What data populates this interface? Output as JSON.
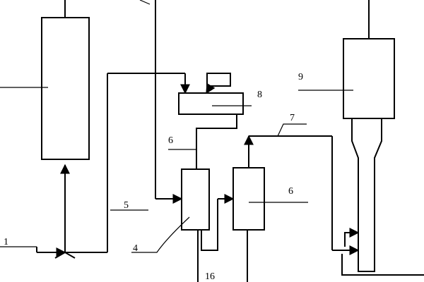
{
  "labels": {
    "l1": "1",
    "l4": "4",
    "l5": "5",
    "l6a": "6",
    "l6b": "6",
    "l7": "7",
    "l8": "8",
    "l9": "9",
    "l16": "16"
  },
  "colors": {
    "line": "#000000",
    "background": "#ffffff"
  }
}
